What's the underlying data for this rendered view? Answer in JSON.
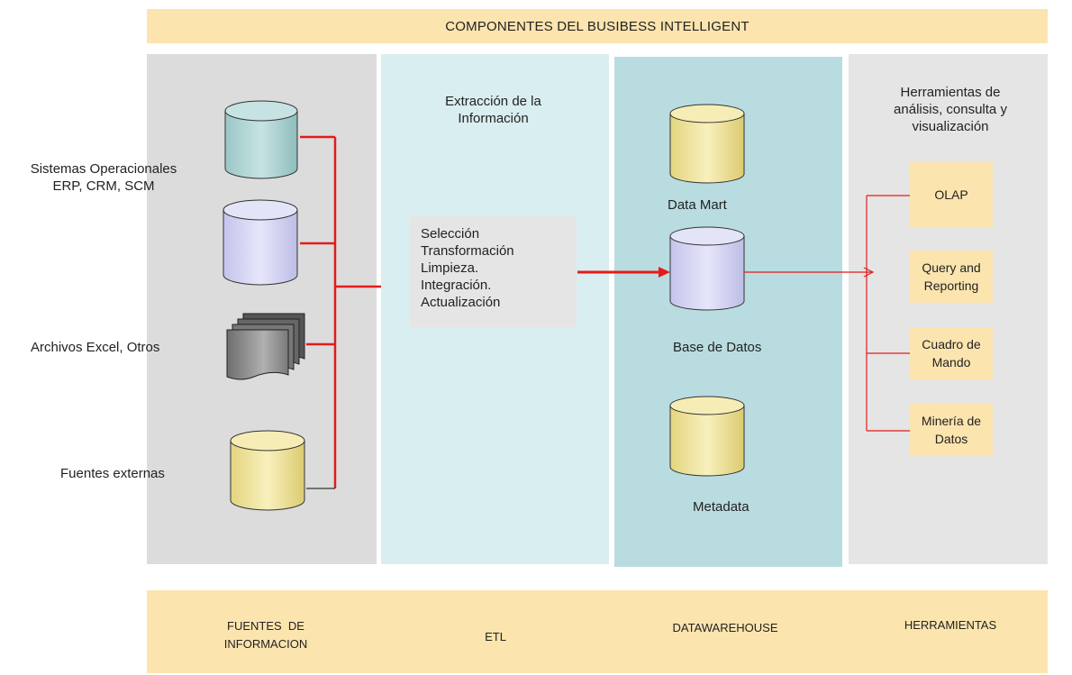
{
  "title": "COMPONENTES DEL BUSIBESS INTELLIGENT",
  "sources": {
    "operational_line1": "Sistemas Operacionales",
    "operational_line2": "ERP, CRM, SCM",
    "excel": "Archivos Excel, Otros",
    "external": "Fuentes externas"
  },
  "etl": {
    "heading_line1": "Extracción de la",
    "heading_line2": "Información",
    "steps": [
      "Selección",
      "Transformación",
      "Limpieza.",
      "Integración.",
      "Actualización"
    ]
  },
  "warehouse": {
    "data_mart": "Data Mart",
    "database": "Base de Datos",
    "metadata": "Metadata"
  },
  "tools": {
    "heading_line1": "Herramientas de",
    "heading_line2": "análisis, consulta y",
    "heading_line3": "visualización",
    "olap": "OLAP",
    "query_line1": "Query and",
    "query_line2": "Reporting",
    "cuadro_line1": "Cuadro de",
    "cuadro_line2": "Mando",
    "mineria_line1": "Minería de",
    "mineria_line2": "Datos"
  },
  "footer": {
    "fuentes_line1": "FUENTES  DE",
    "fuentes_line2": "INFORMACION",
    "etl": "ETL",
    "datawarehouse": "DATAWAREHOUSE",
    "herramientas": "HERRAMIENTAS"
  },
  "colors": {
    "banner": "#FCE4AE",
    "connector": "#E31B1B",
    "teal_cylinder": "#B3D6D6",
    "lavender_cylinder": "#D4D4F0",
    "yellow_cylinder": "#F2E7A2"
  }
}
